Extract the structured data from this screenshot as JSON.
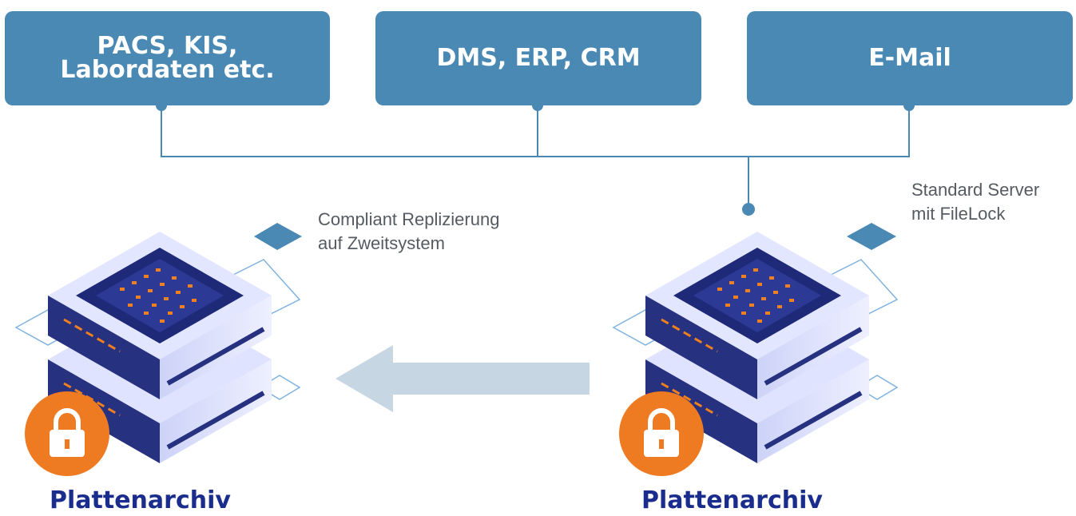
{
  "sources": [
    {
      "label": "PACS, KIS,\nLabordaten etc."
    },
    {
      "label": "DMS, ERP, CRM"
    },
    {
      "label": "E-Mail"
    }
  ],
  "notes": {
    "replication": "Compliant Replizierung\nauf Zweitsystem",
    "server": "Standard Server\nmit FileLock"
  },
  "archives": {
    "left_label": "Plattenarchiv",
    "right_label": "Plattenarchiv"
  },
  "colors": {
    "box": "#4a89b4",
    "label": "#1a2d8c",
    "lock": "#ee7a22",
    "arrow": "#c6d6e3",
    "server_dark": "#24307f",
    "server_light": "#c8cef7",
    "led": "#f07f1f"
  },
  "icons": [
    "lock-icon",
    "server-stack-icon",
    "replication-arrow-icon"
  ]
}
